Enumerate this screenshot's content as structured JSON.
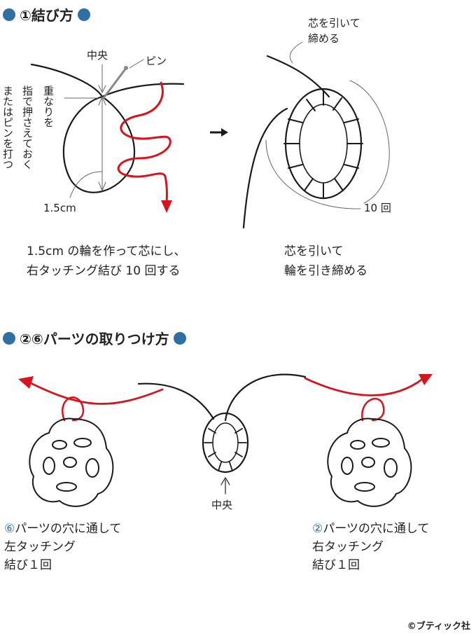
{
  "section1": {
    "title": "①結び方"
  },
  "section2": {
    "title": "②⑥パーツの取りつけ方"
  },
  "fig1": {
    "label_center": "中央",
    "label_pin": "ピン",
    "note_vertical_1": "重なりを",
    "note_vertical_2": "指で押さえておく",
    "note_vertical_3": "またはピンを打つ",
    "label_size": "1.5cm",
    "caption_line1": "1.5cm の輪を作って芯にし、",
    "caption_line2": "右タッチング結び 10 回する"
  },
  "fig2": {
    "label_pull_1": "芯を引いて",
    "label_pull_2": "締める",
    "label_count": "10 回",
    "caption_line1": "芯を引いて",
    "caption_line2": "輪を引き締める"
  },
  "fig3": {
    "label_center": "中央",
    "left_line1_num": "⑥",
    "left_line1": "パーツの穴に通して",
    "left_line2": "左タッチング",
    "left_line3": "結び１回",
    "right_line1_num": "②",
    "right_line1": "パーツの穴に通して",
    "right_line2": "右タッチング",
    "right_line3": "結び１回"
  },
  "copyright": "©ブティック社",
  "colors": {
    "accent_dot": "#2f6fa3",
    "thread_red": "#d7141e",
    "line_black": "#1a1a1a"
  }
}
